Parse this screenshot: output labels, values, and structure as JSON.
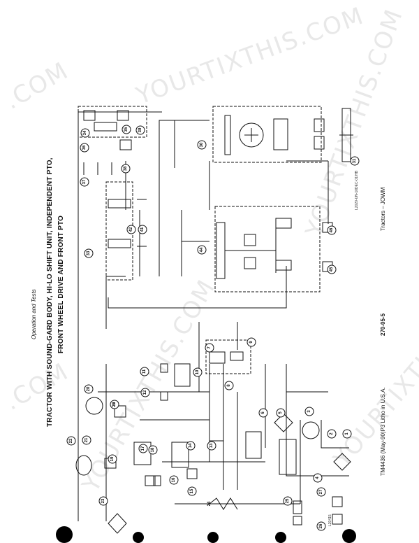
{
  "header": {
    "section": "Operation and Tests",
    "title_line1": "TRACTOR WITH SOUND-GARD BODY, HI-LO SHIFT UNIT, INDEPENDENT PTO,",
    "title_line2": "FRONT WHEEL DRIVE AND FRONT PTO"
  },
  "footer": {
    "manual": "TM4436 (May-90)P3 Litho in U.S.A.",
    "page": "270-05-5",
    "series": "Tractors – JOWM"
  },
  "figure": {
    "id_left": "L20415",
    "id_right": "L2020-UN-10DEC-01/HB"
  },
  "watermark": ".COM",
  "watermark_text": "YOURTIXTHIS.COM",
  "callouts": [
    "1",
    "2",
    "3",
    "4",
    "5",
    "6",
    "7",
    "8",
    "9",
    "10",
    "11",
    "12",
    "13",
    "14",
    "15",
    "16",
    "17",
    "18",
    "19",
    "20",
    "21",
    "22",
    "23",
    "24",
    "25",
    "26",
    "27",
    "28",
    "29",
    "30",
    "31",
    "33",
    "34",
    "35",
    "36",
    "37",
    "38",
    "39",
    "41",
    "42",
    "44",
    "45",
    "46"
  ],
  "colors": {
    "ink": "#111111",
    "paper": "#ffffff",
    "watermark": "#9a9a9a"
  }
}
